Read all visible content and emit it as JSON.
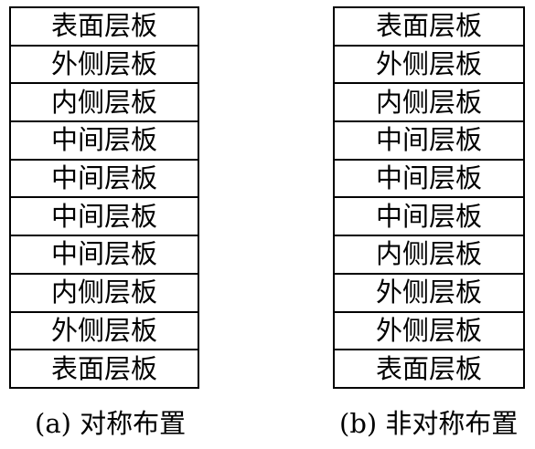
{
  "panels": [
    {
      "caption": "(a) 对称布置",
      "layers": [
        "表面层板",
        "外侧层板",
        "内侧层板",
        "中间层板",
        "中间层板",
        "中间层板",
        "中间层板",
        "内侧层板",
        "外侧层板",
        "表面层板"
      ]
    },
    {
      "caption": "(b) 非对称布置",
      "layers": [
        "表面层板",
        "外侧层板",
        "内侧层板",
        "中间层板",
        "中间层板",
        "中间层板",
        "内侧层板",
        "外侧层板",
        "外侧层板",
        "表面层板"
      ]
    }
  ]
}
